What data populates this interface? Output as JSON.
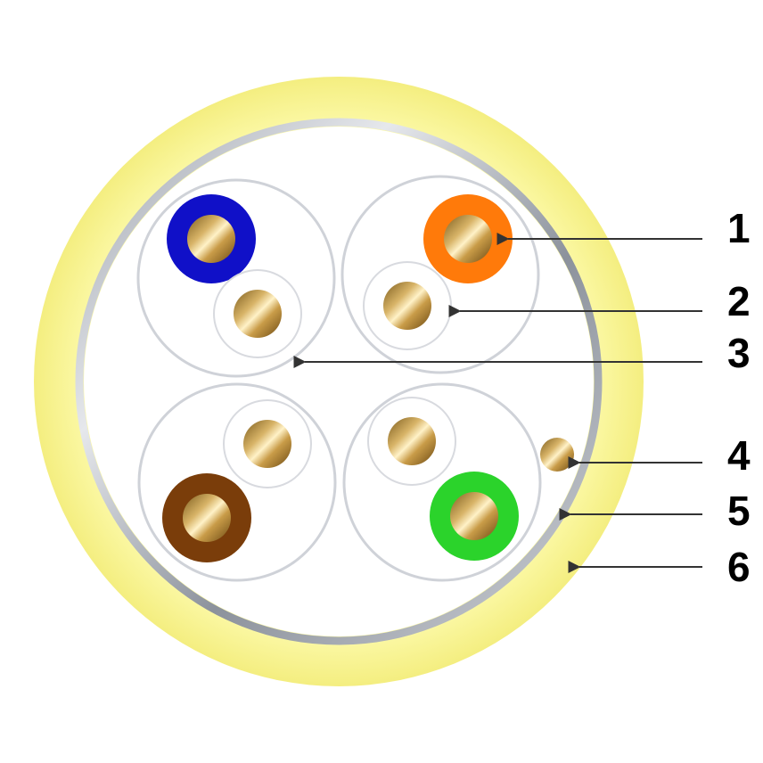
{
  "colors": {
    "jacket": "#fbf79a",
    "jacket_edge": "#f3ee84",
    "foil": "#b8bcc4",
    "core_bg": "#ffffff",
    "blue": "#1010c8",
    "orange": "#ff7a0a",
    "brown": "#7a3d0a",
    "green": "#2bd32b",
    "white_insulation": "#ffffff",
    "copper_light": "#f0d8a0",
    "copper_dark": "#8a6520",
    "arrow": "#333333"
  },
  "pairs": [
    {
      "name": "blue-pair",
      "colored_insulation": "blue"
    },
    {
      "name": "orange-pair",
      "colored_insulation": "orange"
    },
    {
      "name": "brown-pair",
      "colored_insulation": "brown"
    },
    {
      "name": "green-pair",
      "colored_insulation": "green"
    }
  ],
  "callouts": [
    {
      "id": "1",
      "label": "1",
      "target": "colored-conductor-insulation"
    },
    {
      "id": "2",
      "label": "2",
      "target": "white-conductor-insulation"
    },
    {
      "id": "3",
      "label": "3",
      "target": "pair-foil-shield"
    },
    {
      "id": "4",
      "label": "4",
      "target": "drain-wire"
    },
    {
      "id": "5",
      "label": "5",
      "target": "overall-foil-shield"
    },
    {
      "id": "6",
      "label": "6",
      "target": "outer-jacket"
    }
  ]
}
